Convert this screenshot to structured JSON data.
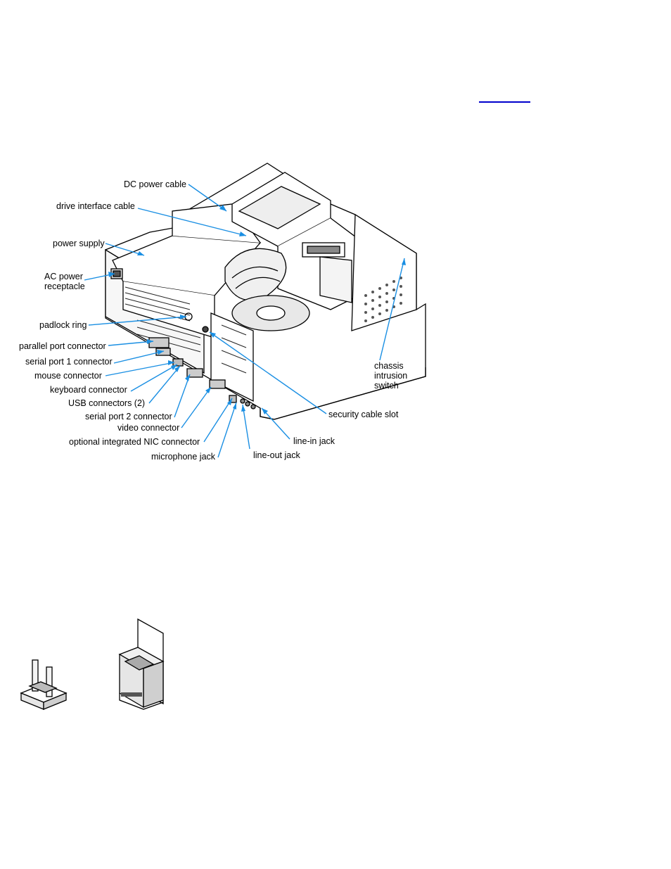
{
  "labels": {
    "dc_power_cable": "DC power cable",
    "drive_interface_cable": "drive interface cable",
    "power_supply": "power supply",
    "ac_power_line1": "AC power",
    "ac_power_line2": "receptacle",
    "padlock_ring": "padlock ring",
    "parallel_port": "parallel port connector",
    "serial_port_1": "serial port 1 connector",
    "mouse": "mouse connector",
    "keyboard": "keyboard connector",
    "usb": "USB connectors (2)",
    "serial_port_2": "serial port 2 connector",
    "video": "video connector",
    "nic": "optional integrated NIC connector",
    "microphone": "microphone jack",
    "line_out": "line-out jack",
    "line_in": "line-in jack",
    "security_slot": "security cable slot",
    "chassis_line1": "chassis",
    "chassis_line2": "intrusion",
    "chassis_line3": "switch"
  },
  "colors": {
    "leader": "#1a8fe3",
    "link": "#0000cc"
  }
}
